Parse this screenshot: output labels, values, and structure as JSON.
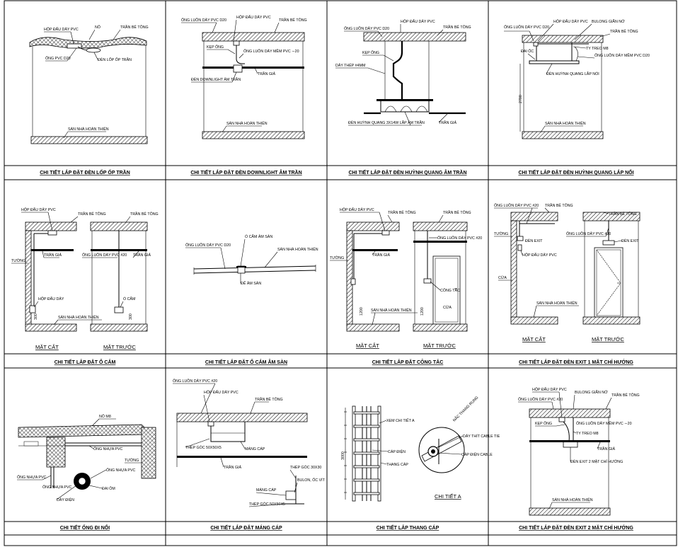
{
  "panels": [
    {
      "title": "CHI TIẾT LẮP ĐẶT ĐÈN LỐP ỐP TRẦN",
      "labels": [
        "HỘP ĐẤU DÂY PVC",
        "NÔ",
        "TRẦN BÊ TÔNG",
        "ỐNG PVC D20",
        "ĐÈN LỐP ỐP TRẦN",
        "SÀN NHÀ HOÀN THIỆN"
      ]
    },
    {
      "title": "CHI TIẾT LẮP ĐẶT ĐÈN DOWNLIGHT ÂM TRẦN",
      "labels": [
        "ỐNG LUỒN DÂY PVC D20",
        "HỘP ĐẤU DÂY PVC",
        "TRẦN BÊ TÔNG",
        "KẸP ỐNG",
        "ỐNG LUỒN DÂY MỀM PVC ∼20",
        "TRẦN GIẢ",
        "ĐÈN DOWNLIGHT ÂM TRẦN",
        "SÀN NHÀ HOÀN THIỆN"
      ]
    },
    {
      "title": "CHI TIẾT LẮP ĐẶT ĐÈN HUỲNH QUANG ÂM TRẦN",
      "labels": [
        "HỘP ĐẤU DÂY PVC",
        "ỐNG LUỒN DÂY PVC D20",
        "TRẦN BÊ TÔNG",
        "KẸP ỐNG",
        "DÂY THÉP #4MM",
        "ĐÈN HUỲNH QUANG 3X14W LẮP ÂM TRẦN",
        "TRẦN GIẢ"
      ]
    },
    {
      "title": "CHI TIẾT LẮP ĐẶT ĐÈN HUỲNH QUANG LẮP NỔI",
      "labels": [
        "HỘP ĐẤU DÂY PVC",
        "ỐNG LUỒN DÂY PVC D20",
        "BULONG GIÃN NỞ",
        "TRẦN BÊ TÔNG",
        "TY TREO M8",
        "ĐAI ỐC",
        "ỐNG LUỒN DÂY MỀM PVC D20",
        "ĐÈN HUỲNH QUANG LẮP NỔI",
        "2700",
        "SÀN NHÀ HOÀN THIỆN"
      ]
    },
    {
      "title": "CHI TIẾT LẮP ĐẶT Ổ CẮM",
      "labels": [
        "HỘP ĐẤU DÂY PVC",
        "TRẦN BÊ TÔNG",
        "TRẦN BÊ TÔNG",
        "TƯỜNG",
        "TRẦN GIẢ",
        "ỐNG LUỒN DÂY PVC #20",
        "TRẦN GIẢ",
        "HỘP ĐẤU DÂY",
        "Ổ CẮM",
        "SÀN NHÀ HOÀN THIỆN",
        "300",
        "300"
      ],
      "views": [
        "MẶT CẮT",
        "MẶT TRƯỚC"
      ]
    },
    {
      "title": "CHI TIẾT LẮP ĐẶT Ổ CẮM ÂM SÀN",
      "labels": [
        "Ổ CẮM ÂM SÀN",
        "ỐNG LUỒN DÂY PVC D20",
        "SÀN NHÀ HOÀN THIỆN",
        "ĐẾ ÂM SÀN"
      ]
    },
    {
      "title": "CHI TIẾT LẮP ĐẶT CÔNG TẮC",
      "labels": [
        "HỘP ĐẤU DÂY PVC",
        "TRẦN BÊ TÔNG",
        "TRẦN BÊ TÔNG",
        "TƯỜNG",
        "ỐNG LUỒN DÂY PVC #20",
        "TRẦN GIẢ",
        "CÔNG TẮC",
        "CỬA",
        "SÀN NHÀ HOÀN THIỆN",
        "1200",
        "1200"
      ],
      "views": [
        "MẶT CẮT",
        "MẶT TRƯỚC"
      ]
    },
    {
      "title": "CHI TIẾT LẮP ĐẶT ĐÈN EXIT 1 MẶT CHỈ HƯỚNG",
      "labels": [
        "ỐNG LUỒN DÂY PVC #20",
        "TRẦN BÊ TÔNG",
        "TRẦN BÊ TÔNG",
        "TƯỜNG",
        "ỐNG LUỒN DÂY PVC #20",
        "ĐÈN EXIT",
        "ĐÈN EXIT",
        "HỘP ĐẤU DÂY PVC",
        "CỬA",
        "SÀN NHÀ HOÀN THIỆN"
      ],
      "views": [
        "MẶT CẮT",
        "MẶT TRƯỚC"
      ]
    },
    {
      "title": "CHI TIẾT ỐNG ĐI NỔI",
      "labels": [
        "NÔ M8",
        "ỐNG NHỰA PVC",
        "TƯỜNG",
        "ỐNG NHỰA PVC",
        "ỐNG NHỰA PVC",
        "ĐAI ÔM",
        "DÂY ĐIỆN"
      ]
    },
    {
      "title": "CHI TIẾT LẮP ĐẶT MÁNG CÁP",
      "labels": [
        "ỐNG LUỒN DÂY PVC #20",
        "HỘP ĐẤU DÂY PVC",
        "TRẦN BÊ TÔNG",
        "THÉP GÓC 50X50X5",
        "MÁNG CÁP",
        "TRẦN GIẢ",
        "THÉP GÓC 30X30",
        "BULON, ỐC VÍT",
        "MÁNG CÁP",
        "THÉP GÓC 50X50X5"
      ]
    },
    {
      "title": "CHI TIẾT LẮP THANG CÁP",
      "labels": [
        "XEM CHI TIẾT A",
        "CÁP ĐIỆN",
        "THANG CÁP",
        "NẮC THANG RUNG",
        "DÂY THÍT CABLE TIE",
        "CÁP ĐIỆN CABLE",
        "3000"
      ],
      "views": [
        "CHI TIẾT A"
      ]
    },
    {
      "title": "CHI TIẾT LẮP ĐẶT ĐÈN EXIT 2 MẶT CHỈ HƯỚNG",
      "labels": [
        "HỘP ĐẤU DÂY PVC",
        "ỐNG LUỒN DÂY PVC #20",
        "BULONG GIÃN NỞ",
        "TRẦN BÊ TÔNG",
        "KẸP ỐNG",
        "ỐNG LUỒN DÂY MỀM PVC ∼20",
        "TY TREO M8",
        "TRẦN GIẢ",
        "ĐÈN EXIT 2 MẶT CHỈ HƯỚNG",
        "SÀN NHÀ HOÀN THIỆN"
      ]
    }
  ]
}
